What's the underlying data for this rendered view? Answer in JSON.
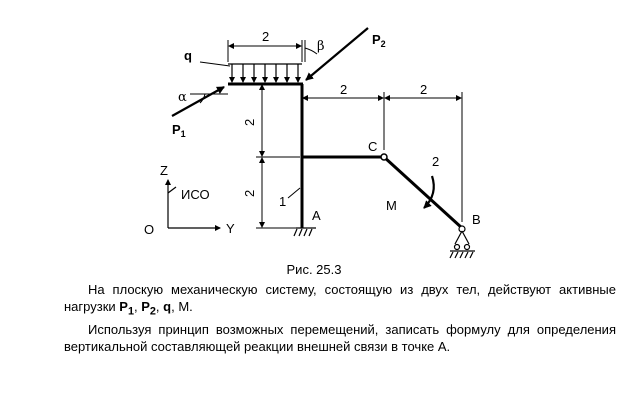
{
  "figure": {
    "dimensions": {
      "q_width": "2",
      "upper_left": "2",
      "lower_left": "2",
      "top_right_1": "2",
      "top_right_2": "2",
      "body2": "2"
    },
    "loads": {
      "q": "q",
      "P1": "P",
      "P1_sub": "1",
      "P2": "P",
      "P2_sub": "2",
      "alpha": "α",
      "beta": "β",
      "M": "M"
    },
    "points": {
      "A": "A",
      "B": "B",
      "C": "C"
    },
    "body_labels": {
      "body1": "1"
    },
    "axes": {
      "Z": "Z",
      "Y": "Y",
      "O": "O",
      "frame": "ИСО"
    }
  },
  "caption": "Рис. 25.3",
  "text": {
    "p1_a": "На плоскую механическую систему, состоящую из двух тел, действуют активные нагрузки ",
    "p1_P": "P",
    "p1_P1sub": "1",
    "p1_sep1": ", ",
    "p1_P2": "P",
    "p1_P2sub": "2",
    "p1_sep2": ", ",
    "p1_q": "q",
    "p1_end": ", M.",
    "p2": "Используя принцип возможных перемещений, записать формулу для определения вертикальной составляющей реакции внешней связи в точке A."
  }
}
